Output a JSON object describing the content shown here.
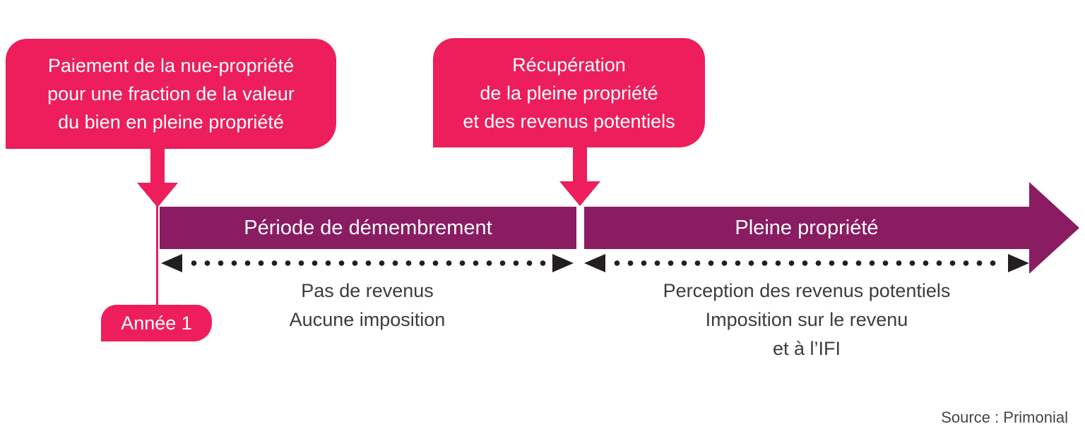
{
  "colors": {
    "pink": "#ed1e5b",
    "purple": "#8a1c62",
    "dots": "#231f20",
    "text": "#3c3c3c",
    "text_soft": "#454547",
    "background": "#ffffff"
  },
  "callouts": [
    {
      "lines": [
        "Paiement de la nue-propriété",
        "pour une fraction de la valeur",
        "du bien en pleine propriété"
      ]
    },
    {
      "lines": [
        "Récupération",
        "de la pleine propriété",
        "et des revenus potentiels"
      ]
    }
  ],
  "timeline": {
    "start_marker": "Année 1",
    "segments": [
      {
        "label": "Période de démembrement",
        "notes": [
          "Pas de revenus",
          "Aucune imposition"
        ]
      },
      {
        "label": "Pleine propriété",
        "notes": [
          "Perception des revenus potentiels",
          "Imposition sur le revenu",
          "et à l’IFI"
        ]
      }
    ]
  },
  "source": "Source : Primonial"
}
